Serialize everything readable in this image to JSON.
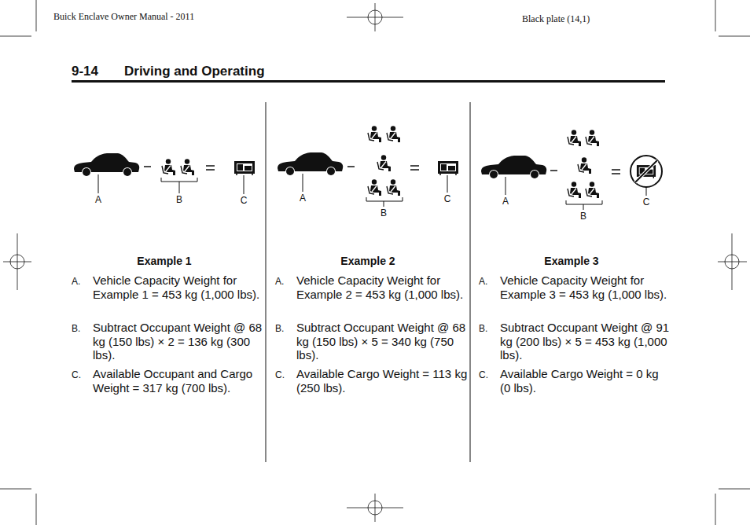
{
  "diagram": {
    "labels": [
      "Buick Enclave Owner Manual - 2011",
      "Black plate (14,1)",
      "9-14",
      "Driving and Operating",
      "A",
      "B",
      "C",
      "Example 1",
      "A.",
      "Vehicle Capacity Weight for Example 1 = 453 kg (1,000 lbs).",
      "B.",
      "Subtract Occupant Weight @ 68 kg (150 lbs) × 2 = 136 kg (300 lbs).",
      "C.",
      "Available Occupant and Cargo Weight = 317 kg (700 lbs).",
      "A",
      "B",
      "C",
      "Example 2",
      "A.",
      "Vehicle Capacity Weight for Example 2 = 453 kg (1,000 lbs).",
      "B.",
      "Subtract Occupant Weight @ 68 kg (150 lbs) × 5 = 340 kg (750 lbs).",
      "C.",
      "Available Cargo Weight = 113 kg (250 lbs).",
      "A",
      "B",
      "C",
      "Example 3",
      "A.",
      "Vehicle Capacity Weight for Example 3 = 453 kg (1,000 lbs).",
      "B.",
      "Subtract Occupant Weight @ 91 kg (200 lbs) × 5 = 453 kg (1,000 lbs).",
      "C.",
      "Available Cargo Weight = 0 kg (0 lbs)."
    ]
  }
}
